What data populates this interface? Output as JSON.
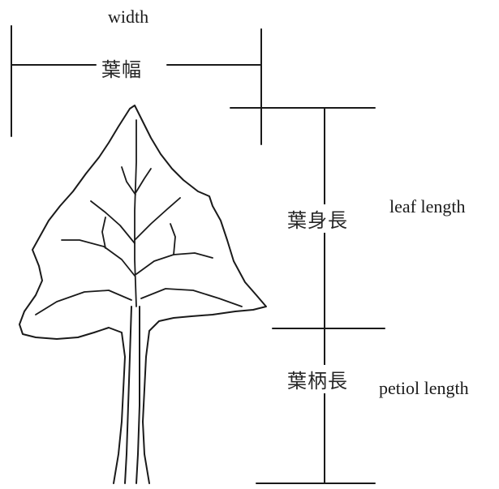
{
  "labels": {
    "width_en": "width",
    "width_jp": "葉幅",
    "leaf_length_jp": "葉身長",
    "leaf_length_en": "leaf length",
    "petiole_length_jp": "葉柄長",
    "petiole_length_en": "petiol length"
  }
}
